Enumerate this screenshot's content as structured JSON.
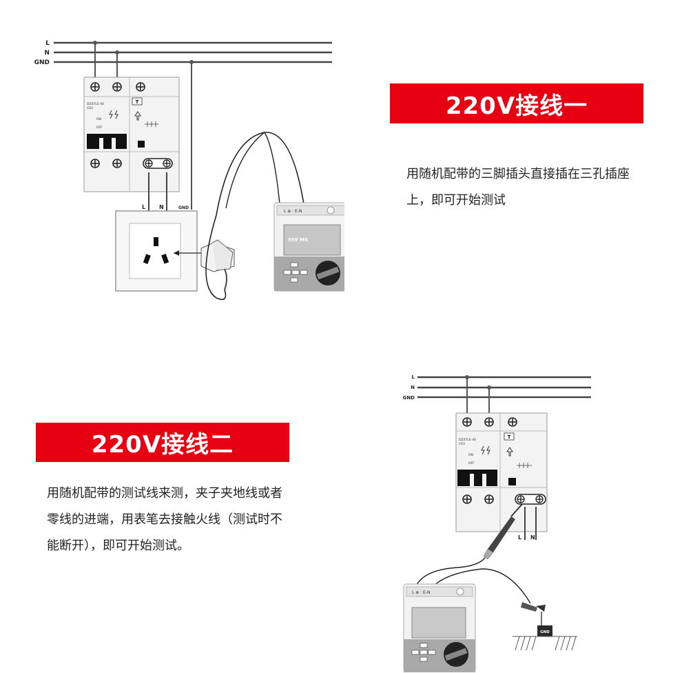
{
  "section1": {
    "title": "220V接线一",
    "description": "用随机配带的三脚插头直接插在三孔插座上，即可开始测试"
  },
  "section2": {
    "title": "220V接线二",
    "description": "用随机配带的测试线来测，夹子夹地线或者零线的进端，用表笔去接触火线（测试时不能断开），即可开始测试。"
  },
  "diagram1": {
    "bus_labels": [
      "L",
      "N",
      "GND"
    ],
    "breaker_model": "DZ47LE-40",
    "breaker_rating": "C63",
    "on_label": "ON",
    "off_label": "OFF",
    "test_button": "T",
    "outlet_labels": [
      "L",
      "N",
      "GND"
    ],
    "meter_terminals": "L ⊕ · E-N",
    "meter_display": "999 MS"
  },
  "diagram2": {
    "bus_labels": [
      "L",
      "N",
      "GND"
    ],
    "breaker_model": "DZ47LE-40",
    "breaker_rating": "C63",
    "on_label": "ON",
    "off_label": "OFF",
    "test_button": "T",
    "outlet_labels": [
      "L",
      "N"
    ],
    "meter_terminals": "L ⊕ · E-N",
    "ground_label": "GND"
  },
  "colors": {
    "banner": "#e60012",
    "banner_text": "#ffffff",
    "line": "#333333",
    "device": "#f2f2f2"
  }
}
